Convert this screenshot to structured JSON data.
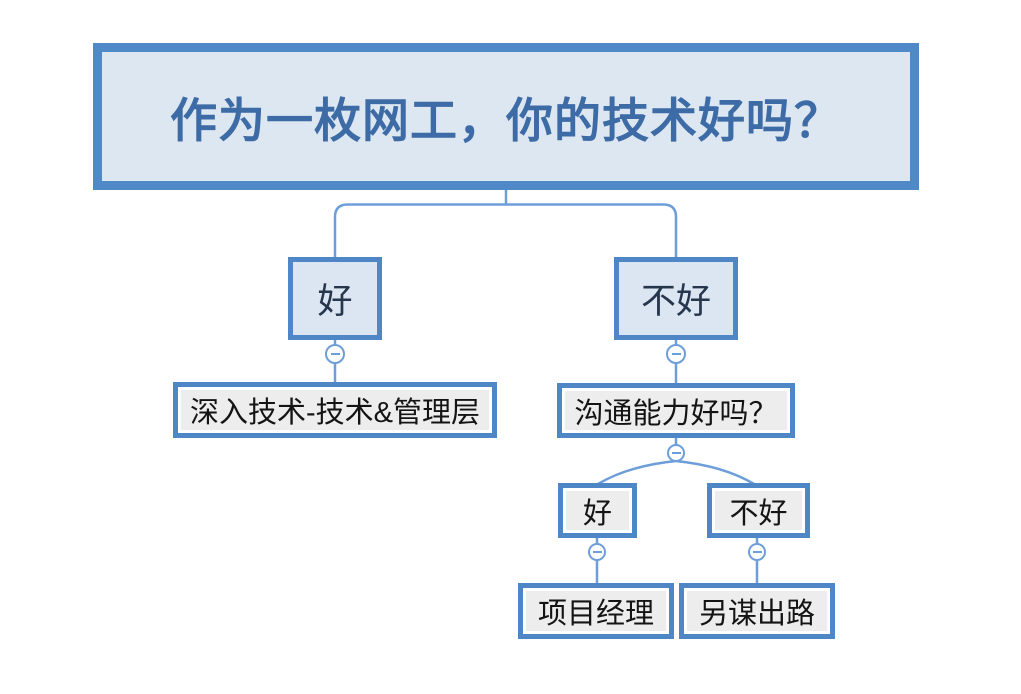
{
  "diagram": {
    "title": "作为一枚网工，你的技术好吗？",
    "nodes": {
      "tech_good": "好",
      "tech_bad": "不好",
      "deep_tech": "深入技术-技术&管理层",
      "comm_question": "沟通能力好吗？",
      "comm_good": "好",
      "comm_bad": "不好",
      "project_manager": "项目经理",
      "other_way": "另谋出路"
    },
    "collapse_button_glyph": "minus",
    "colors": {
      "border_blue": "#4e86c6",
      "title_border_blue": "#5089c8",
      "connector_blue": "#6d9eda",
      "title_fill": "#dde7f2",
      "blue_node_fill": "#dce6f2",
      "gray_node_fill": "#ededed",
      "title_text": "#3d6ba6",
      "node_text_dark": "#26364d",
      "node_text_black": "#141414",
      "background": "#ffffff"
    }
  }
}
